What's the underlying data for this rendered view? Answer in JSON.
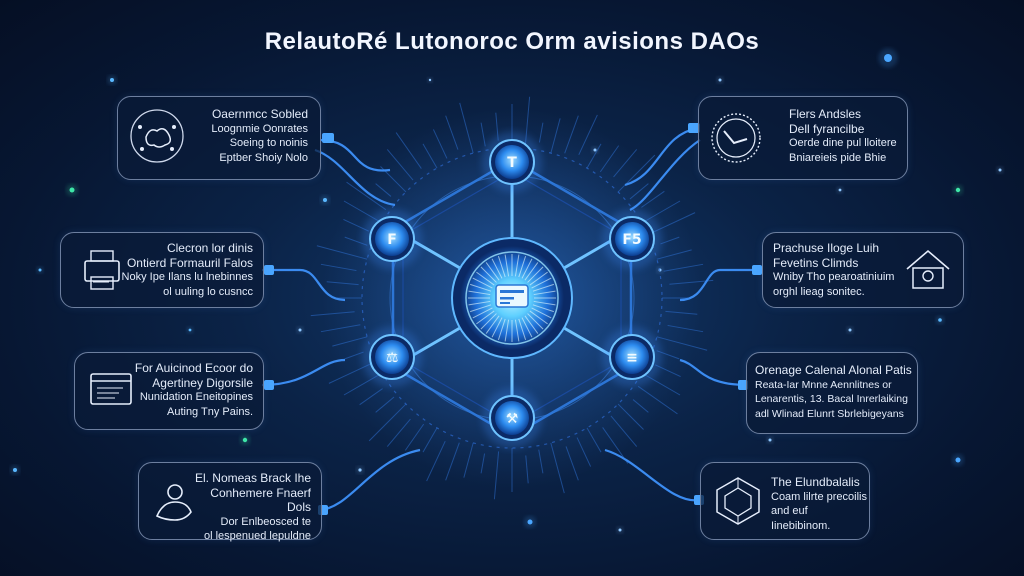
{
  "title": "RelautoRé Lutonoroc Orm avisions DAOs",
  "cards": [
    {
      "id": "card-top-left",
      "lines": [
        "Oaernmcc Sobled",
        "Loognmie Oonrates",
        "Soeing to noinis",
        "Eptber Shoiy Nolo"
      ],
      "icon": "network-brain-icon"
    },
    {
      "id": "card-mid-left-1",
      "lines": [
        "Clecron lor dinis",
        "Ontierd Formauril Falos",
        "Noky Ipe Ilans lu lnebinnes",
        "ol uuling lo cusncc"
      ],
      "icon": "printer-icon"
    },
    {
      "id": "card-mid-left-2",
      "lines": [
        "For Auicinod Ecoor do",
        "Agertiney Digorsile",
        "Nunidation Eneitopines",
        "Auting Tny Pains."
      ],
      "icon": "document-window-icon"
    },
    {
      "id": "card-bottom-left",
      "lines": [
        "El. Nomeas Brack Ihe",
        "Conhemere Fnaerf Dols",
        "Dor Enlbeosced te",
        "ol lespenued lepuldne"
      ],
      "icon": "hand-user-icon"
    },
    {
      "id": "card-top-right",
      "lines": [
        "Flers Andsles",
        "Dell fyrancilbe",
        "Oerde dine pul lloitere",
        "Bniareieis pide Bhie"
      ],
      "icon": "gauge-icon"
    },
    {
      "id": "card-mid-right-1",
      "lines": [
        "Prachuse Iloge Luih",
        "Fevetins Climds",
        "Wniby Tho pearoatiniuim",
        "orghl lieag sonitec."
      ],
      "icon": "house-lock-icon"
    },
    {
      "id": "card-mid-right-2",
      "lines": [
        "Orenage Calenal Alonal Patis",
        "Reata-Iar Mnne  Aennlitnes or",
        "Lenarentis, 13. Bacal Inrerlaiking",
        "adl Wlinad Elunrt Sbrlebigeyans"
      ],
      "icon": null
    },
    {
      "id": "card-bottom-right",
      "lines": [
        "The Elundbalalis",
        "Coam lilrte precoilis",
        "and euf Iinebibinom."
      ],
      "icon": "polyhedron-icon"
    }
  ],
  "hub": {
    "center_icon": "card-chip-icon"
  },
  "nodes": [
    {
      "id": "node-top",
      "glyph": "T",
      "icon": "hammer-icon"
    },
    {
      "id": "node-upper-left",
      "glyph": "F",
      "icon": "flag-icon"
    },
    {
      "id": "node-upper-right",
      "glyph": "F5",
      "icon": "f5-icon"
    },
    {
      "id": "node-lower-left",
      "glyph": "⚖",
      "icon": "scale-icon"
    },
    {
      "id": "node-lower-right",
      "glyph": "≡",
      "icon": "list-icon"
    },
    {
      "id": "node-bottom",
      "glyph": "⚒",
      "icon": "gavel-icon"
    }
  ],
  "colors": {
    "accent": "#3fa0ff",
    "glow": "#5ab8ff",
    "dot_green": "#3ee6a8",
    "card_border": "#6d7f9f"
  }
}
